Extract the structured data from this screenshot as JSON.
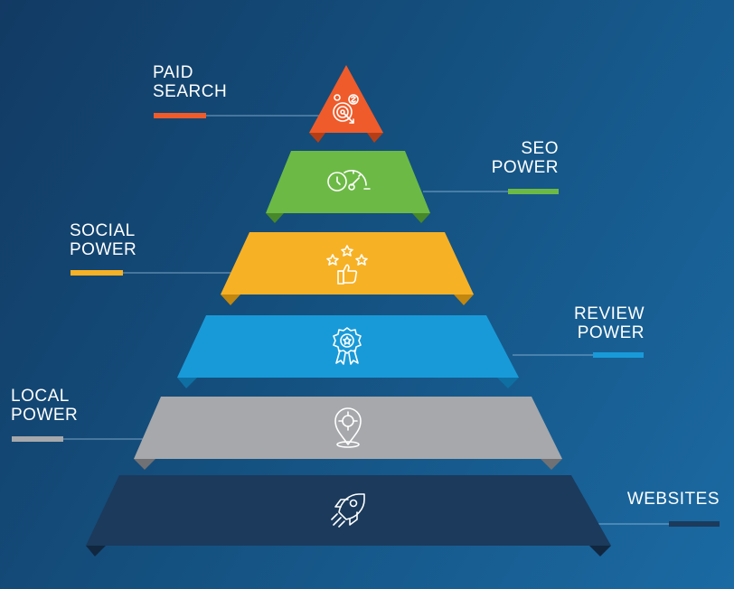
{
  "labels": {
    "paid_search": {
      "line1": "PAID",
      "line2": "SEARCH"
    },
    "seo_power": {
      "line1": "SEO",
      "line2": "POWER"
    },
    "social_power": {
      "line1": "SOCIAL",
      "line2": "POWER"
    },
    "review_power": {
      "line1": "REVIEW",
      "line2": "POWER"
    },
    "local_power": {
      "line1": "LOCAL",
      "line2": "POWER"
    },
    "websites": {
      "line1": "WEBSITES"
    }
  },
  "tiers": [
    {
      "key": "paid_search",
      "color": "#ef5b2a",
      "shade": "#b63e16",
      "icon": "target-click-icon"
    },
    {
      "key": "seo_power",
      "color": "#6cba45",
      "shade": "#47882a",
      "icon": "speedometer-icon"
    },
    {
      "key": "social_power",
      "color": "#f7b125",
      "shade": "#c2870f",
      "icon": "stars-thumbs-up-icon"
    },
    {
      "key": "review_power",
      "color": "#199ad8",
      "shade": "#0f6fa2",
      "icon": "award-badge-icon"
    },
    {
      "key": "local_power",
      "color": "#a6a8ab",
      "shade": "#6f7174",
      "icon": "location-pin-icon"
    },
    {
      "key": "websites",
      "color": "#1b3a5c",
      "shade": "#112740",
      "icon": "rocket-icon"
    }
  ]
}
